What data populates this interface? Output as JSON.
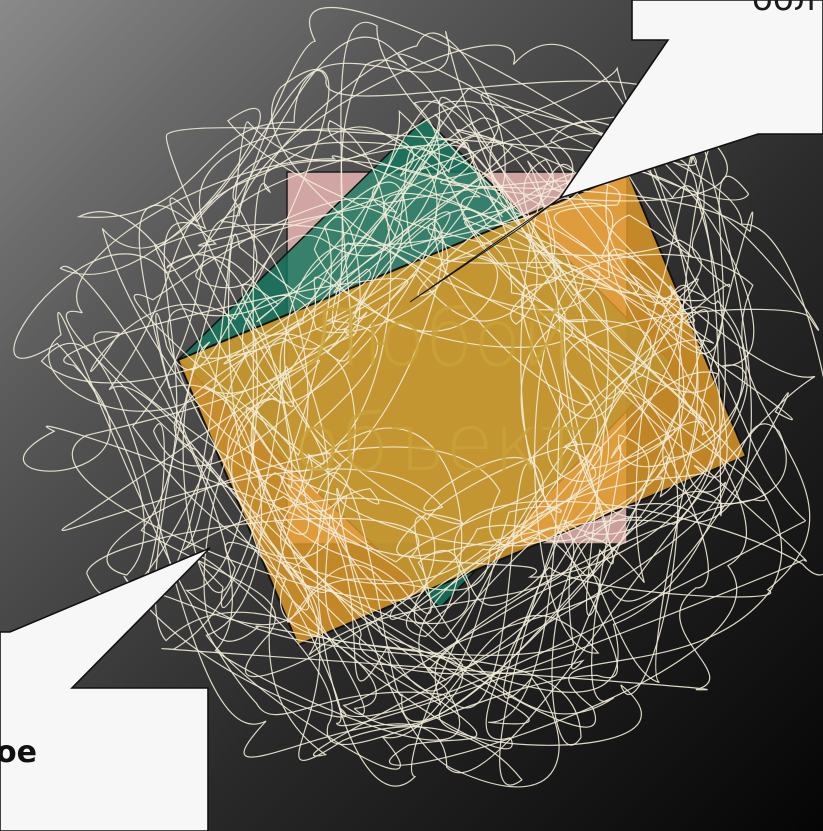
{
  "center_label": {
    "line1": "Любой",
    "line2": "объект",
    "color": "#c9a238"
  },
  "callout_top": {
    "text": "обл"
  },
  "callout_bottom": {
    "text": "ое"
  },
  "colors": {
    "square_fill": "#e8b4b1",
    "diamond_fill": "#137760",
    "rectangle_fill": "#e39b26",
    "scribble_stroke": "#f2ecd8",
    "bubble_fill": "#f7f7f7"
  }
}
